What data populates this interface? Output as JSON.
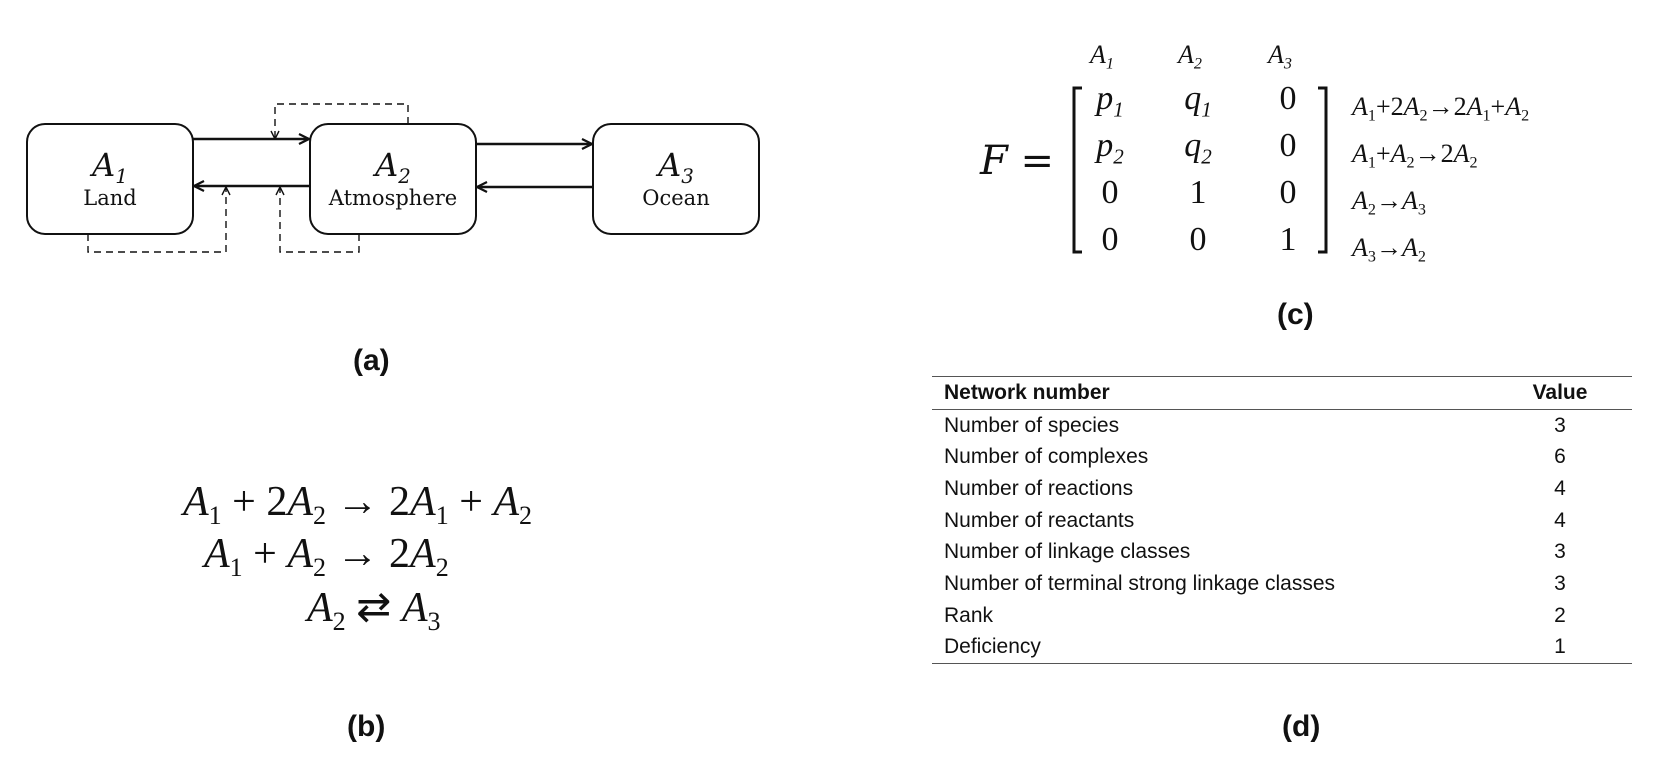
{
  "panel_a": {
    "boxes": [
      {
        "species": "A",
        "sub": "1",
        "name": "Land"
      },
      {
        "species": "A",
        "sub": "2",
        "name": "Atmosphere"
      },
      {
        "species": "A",
        "sub": "3",
        "name": "Ocean"
      }
    ],
    "label": "(a)"
  },
  "panel_b": {
    "label": "(b)"
  },
  "panel_c": {
    "lhs": "F =",
    "col_heads": [
      "A1",
      "A2",
      "A3"
    ],
    "matrix": [
      [
        "p1",
        "q1",
        "0"
      ],
      [
        "p2",
        "q2",
        "0"
      ],
      [
        "0",
        "1",
        "0"
      ],
      [
        "0",
        "0",
        "1"
      ]
    ],
    "label": "(c)"
  },
  "panel_d": {
    "header": {
      "name": "Network number",
      "value": "Value"
    },
    "rows": [
      {
        "name": "Number of species",
        "value": "3"
      },
      {
        "name": "Number of complexes",
        "value": "6"
      },
      {
        "name": "Number of reactions",
        "value": "4"
      },
      {
        "name": "Number of reactants",
        "value": "4"
      },
      {
        "name": "Number of linkage classes",
        "value": "3"
      },
      {
        "name": "Number of terminal strong linkage classes",
        "value": "3"
      },
      {
        "name": "Rank",
        "value": "2"
      },
      {
        "name": "Deficiency",
        "value": "1"
      }
    ],
    "label": "(d)"
  },
  "colors": {
    "ink": "#111111",
    "rule": "#555555"
  }
}
